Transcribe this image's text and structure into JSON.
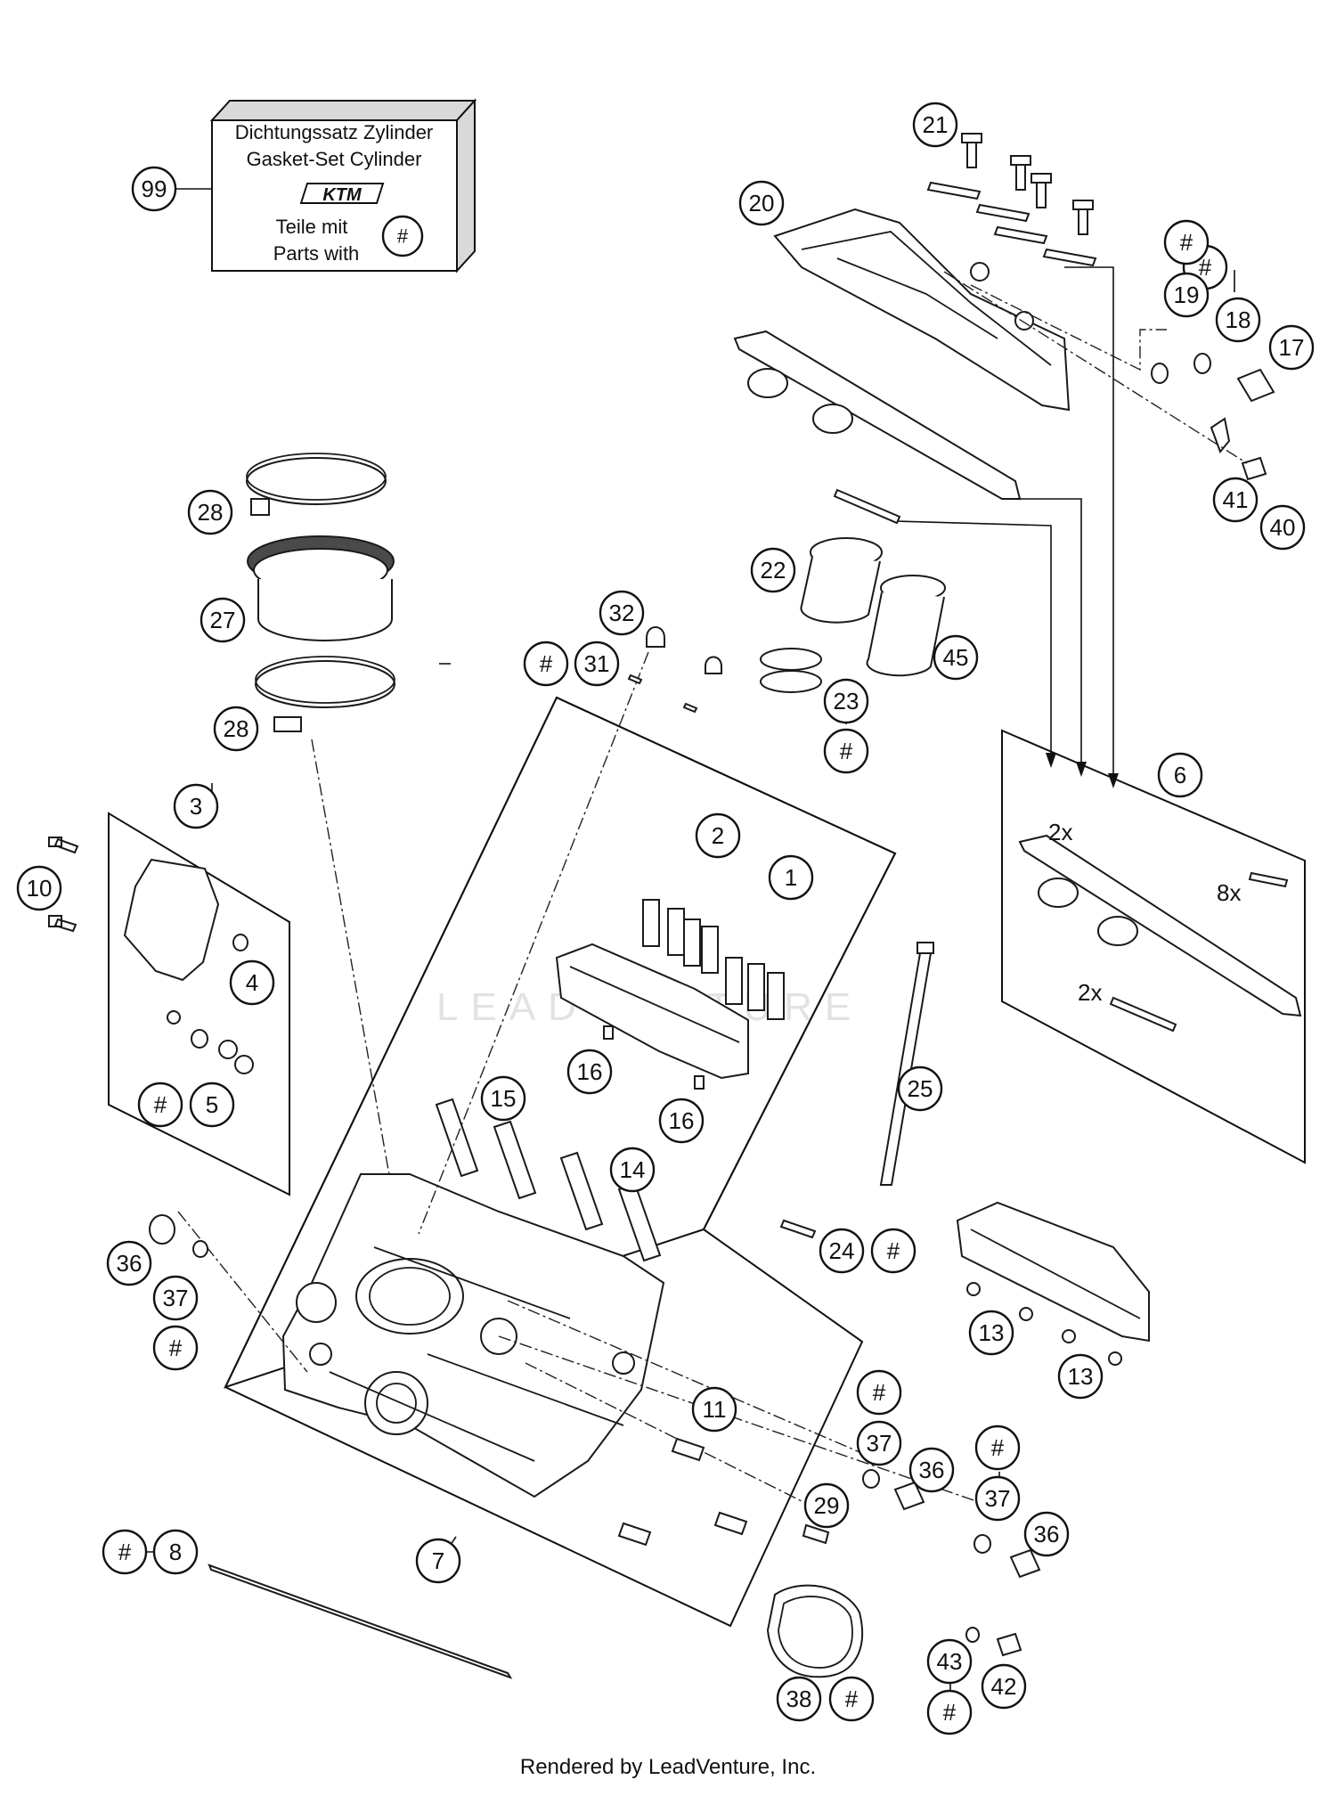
{
  "kit": {
    "line1": "Dichtungssatz Zylinder",
    "line2": "Gasket-Set Cylinder",
    "logo": "KTM",
    "line3": "Teile mit",
    "line4": "Parts with",
    "marker": "#"
  },
  "watermark": "LEADVENTURE",
  "callouts": {
    "c1": "1",
    "c2": "2",
    "c3": "3",
    "c4": "4",
    "c5": "5",
    "c6": "6",
    "c7": "7",
    "c8": "8",
    "c10": "10",
    "c11": "11",
    "c13a": "13",
    "c13b": "13",
    "c14": "14",
    "c15": "15",
    "c16a": "16",
    "c16b": "16",
    "c17": "17",
    "c18": "18",
    "c19": "19",
    "c20": "20",
    "c21": "21",
    "c22": "22",
    "c23": "23",
    "c24": "24",
    "c25": "25",
    "c27": "27",
    "c28a": "28",
    "c28b": "28",
    "c29": "29",
    "c31": "31",
    "c32": "32",
    "c36a": "36",
    "c36b": "36",
    "c36c": "36",
    "c37a": "37",
    "c37b": "37",
    "c37c": "37",
    "c38": "38",
    "c40": "40",
    "c41": "41",
    "c42": "42",
    "c43": "43",
    "c45": "45",
    "c99": "99"
  },
  "hash": "#",
  "quantities": {
    "q2x_gasket": "2x",
    "q8x": "8x",
    "q2x_ring": "2x"
  },
  "footer": "Rendered by LeadVenture, Inc."
}
